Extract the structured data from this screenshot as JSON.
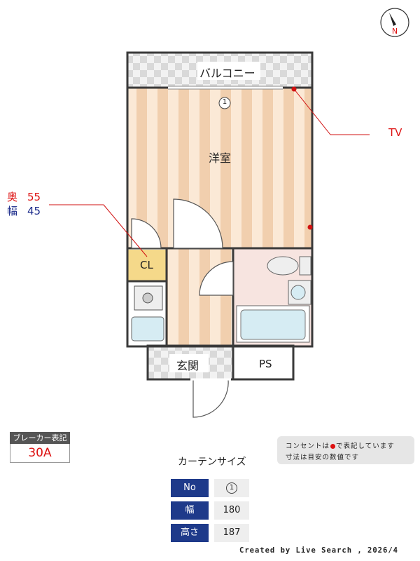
{
  "compass": {
    "direction": "N"
  },
  "rooms": {
    "balcony": "バルコニー",
    "western_room": "洋室",
    "closet": "CL",
    "entrance": "玄関",
    "pipe_space": "PS",
    "room_number": "1"
  },
  "annotations": {
    "tv": "TV",
    "closet_depth_label": "奥",
    "closet_depth_value": "55",
    "closet_width_label": "幅",
    "closet_width_value": "45"
  },
  "breaker": {
    "label": "ブレーカー表記",
    "value": "30A"
  },
  "note": {
    "line1_before": "コンセントは",
    "line1_after": "で表記しています",
    "line2": "寸法は目安の数値です"
  },
  "curtain": {
    "title": "カーテンサイズ",
    "rows": [
      {
        "key": "No",
        "value": "1"
      },
      {
        "key": "幅",
        "value": "180"
      },
      {
        "key": "高さ",
        "value": "187"
      }
    ]
  },
  "footer": "Created by Live Search , 2026/4",
  "colors": {
    "wall": "#3a3a3a",
    "stripe_light": "#fbe9d6",
    "stripe_dark": "#f1cfae",
    "closet_fill": "#f5d98a",
    "bath_fill": "#d6ecf3",
    "bathroom_floor": "#f7e4e0",
    "tile_light": "#f2f2f2",
    "tile_dark": "#d9d9d9",
    "outlet": "#d11111",
    "curtain_key_bg": "#1e3a8a"
  }
}
